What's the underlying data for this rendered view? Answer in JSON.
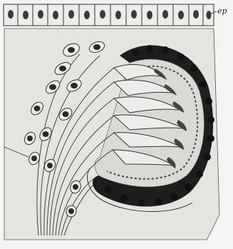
{
  "figure": {
    "labels": {
      "ep": "ep"
    },
    "style": {
      "ink": "#1e1e1e",
      "stroke": "#333333",
      "fill": "#e4e4e1",
      "light_fill": "#d9d9d5"
    },
    "structures": [
      "epithelium",
      "nerve-cells",
      "nerve-fibres",
      "curved-sensory-organ",
      "dark-outer-layer"
    ]
  }
}
